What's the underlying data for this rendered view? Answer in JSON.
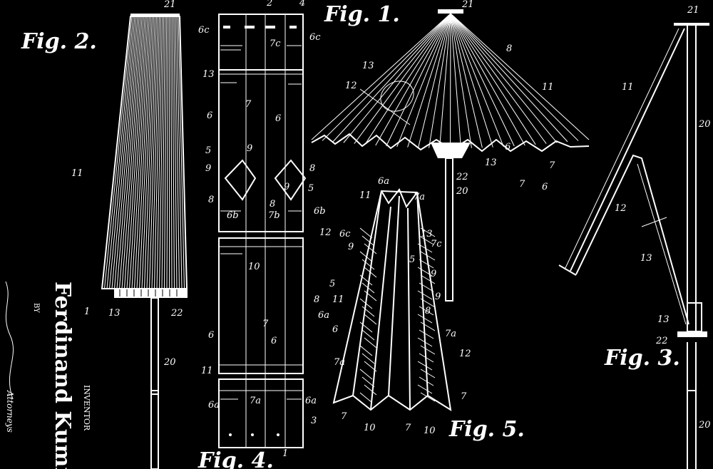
{
  "figures": {
    "fig1": "Fig. 1.",
    "fig2": "Fig. 2.",
    "fig3": "Fig. 3.",
    "fig4": "Fig. 4.",
    "fig5": "Fig. 5."
  },
  "sidebar": {
    "inventor_name": "Ferdinand Kumm",
    "by": "BY",
    "inventor_caption": "INVENTOR",
    "attorneys_caption": "Attorneys"
  },
  "callouts": {
    "fig2": [
      "21",
      "11",
      "1",
      "13",
      "22",
      "20"
    ],
    "fig4": [
      "2",
      "4",
      "6c",
      "7c",
      "6c",
      "13",
      "7",
      "6",
      "6",
      "5",
      "9",
      "9",
      "8",
      "9",
      "5",
      "8",
      "8",
      "6b",
      "7b",
      "6b",
      "12",
      "10",
      "7",
      "6",
      "6",
      "11",
      "6a",
      "7a",
      "6a",
      "3",
      "1"
    ],
    "fig1": [
      "21",
      "8",
      "13",
      "12",
      "11",
      "6",
      "7",
      "7",
      "6",
      "13",
      "22",
      "20"
    ],
    "fig3": [
      "21",
      "11",
      "20",
      "12",
      "13",
      "13",
      "22",
      "20"
    ],
    "fig5": [
      "6a",
      "11",
      "7a",
      "6c",
      "13",
      "7c",
      "9",
      "5",
      "5",
      "9",
      "8",
      "11",
      "9",
      "8",
      "6a",
      "7a",
      "6",
      "12",
      "7a",
      "7",
      "7",
      "10",
      "7",
      "10"
    ]
  }
}
